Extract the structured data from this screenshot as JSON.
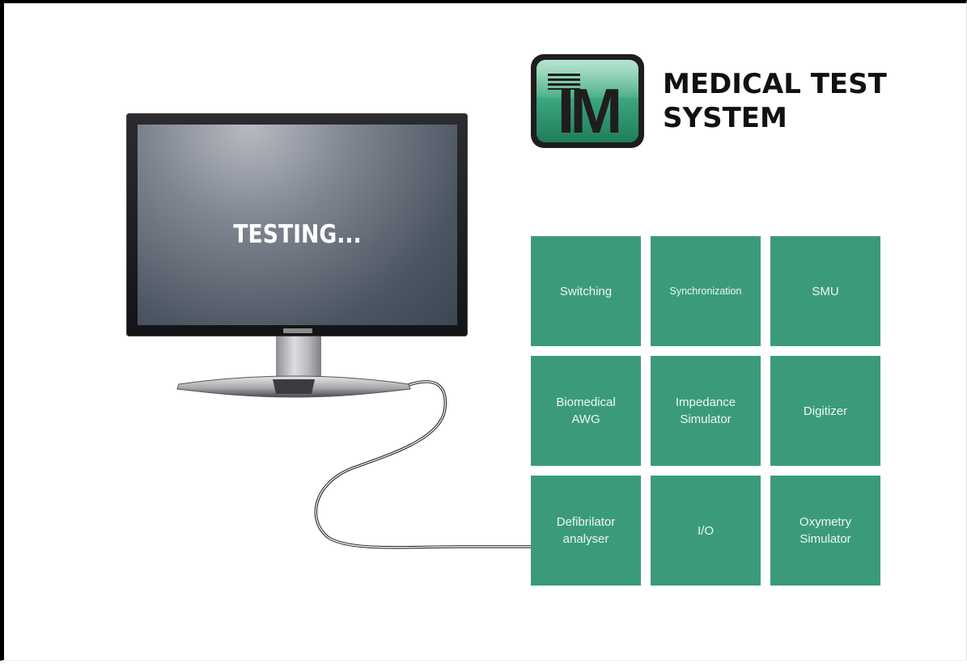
{
  "logo": {
    "monogram": "IM",
    "title_line1": "MEDICAL TEST",
    "title_line2": "SYSTEM"
  },
  "monitor": {
    "screen_text": "TESTING..."
  },
  "modules": [
    {
      "label": "Switching"
    },
    {
      "label": "Synchronization"
    },
    {
      "label": "SMU"
    },
    {
      "label": "Biomedical\nAWG"
    },
    {
      "label": "Impedance\nSimulator"
    },
    {
      "label": "Digitizer"
    },
    {
      "label": "Defibrilator\nanalyser"
    },
    {
      "label": "I/O"
    },
    {
      "label": "Oxymetry\nSimulator"
    }
  ],
  "colors": {
    "tile": "#3b9b79",
    "logo_green": "#3fa880",
    "frame": "#000000"
  }
}
